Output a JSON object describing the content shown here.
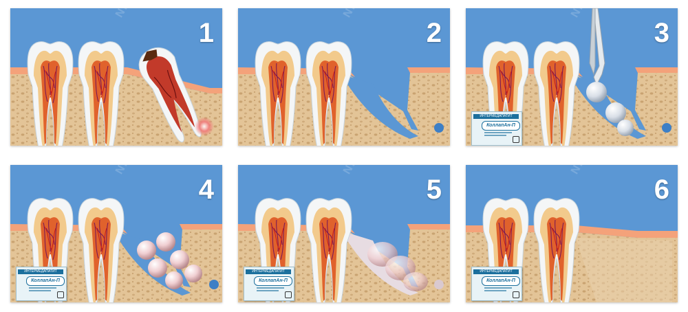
{
  "panels": [
    {
      "number": "1",
      "stage": "inflamed-tooth"
    },
    {
      "number": "2",
      "stage": "empty-socket"
    },
    {
      "number": "3",
      "stage": "inserting-sponges"
    },
    {
      "number": "4",
      "stage": "socket-filled"
    },
    {
      "number": "5",
      "stage": "sponges-dissolving"
    },
    {
      "number": "6",
      "stage": "healed-bone"
    }
  ],
  "watermark": "NIKADENT",
  "product_box": {
    "brand": "ИНТЕРМЕДАПАТИТ",
    "product": "КоллапАн-П"
  },
  "colors": {
    "background": "#5b97d4",
    "gum": "#f4a27a",
    "bone": "#e7cba0",
    "enamel": "#f4f6f7",
    "sponge": "#e9eef4",
    "pulp": "#b0271a"
  }
}
